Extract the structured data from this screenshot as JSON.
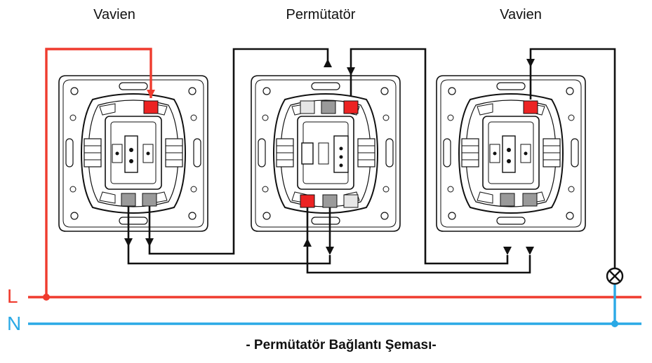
{
  "titles": {
    "left": "Vavien",
    "middle": "Permütatör",
    "right": "Vavien"
  },
  "rails": {
    "line": "L",
    "neutral": "N"
  },
  "caption": "- Permütatör  Bağlantı  Şeması-",
  "colors": {
    "line": "#ef3b2e",
    "neutral": "#2aa9e6",
    "wire": "#111111",
    "terminal_red": "#ec2323",
    "terminal_grey": "#9a9a9a"
  },
  "icons": {
    "lamp": "lamp-icon"
  }
}
